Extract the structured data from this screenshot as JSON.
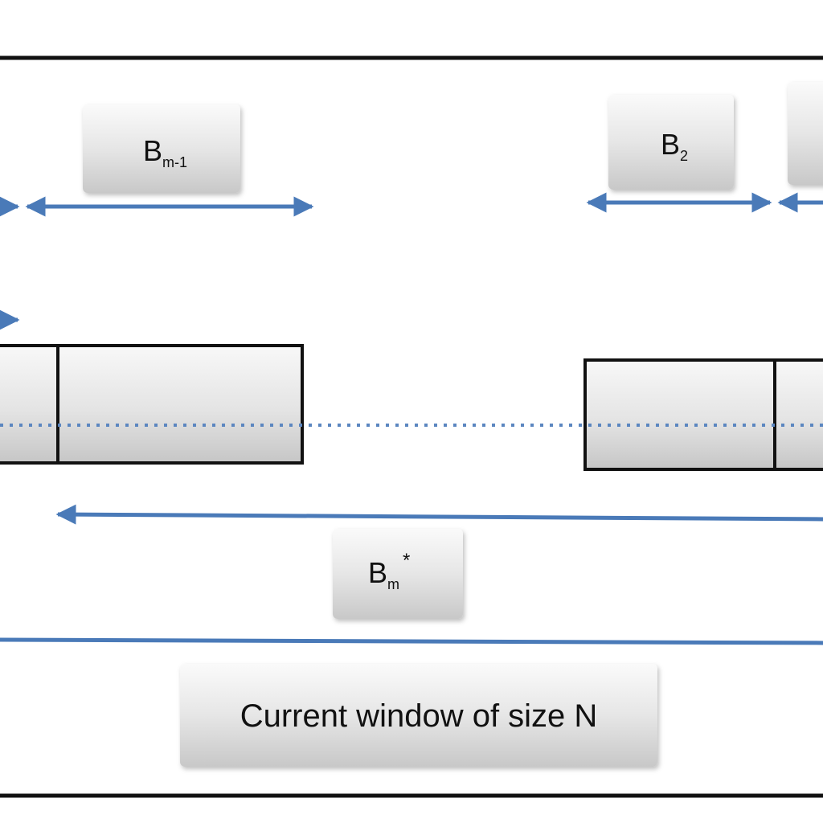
{
  "diagram": {
    "labels": {
      "b_m_minus_1": {
        "base": "B",
        "sub": "m-1",
        "sup": ""
      },
      "b_2": {
        "base": "B",
        "sub": "2",
        "sup": ""
      },
      "b_m_star": {
        "base": "B",
        "sub": "m",
        "sup": "*"
      }
    },
    "window_label": "Current window of size N",
    "colors": {
      "arrow": "#4a7ab8",
      "frame": "#111111",
      "dotted": "#5b86c0",
      "box_top": "#f7f7f7",
      "box_bottom": "#c9c9c9"
    }
  }
}
